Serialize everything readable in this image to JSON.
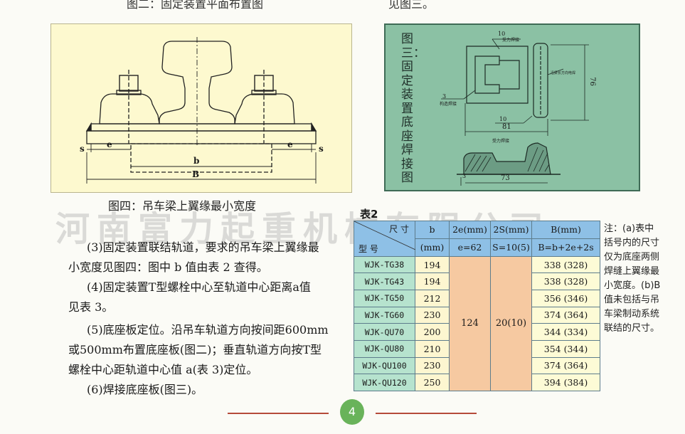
{
  "top_caption_left": "图二：固定装置平面布置图",
  "top_caption_right": "见图三。",
  "figure4": {
    "caption": "图四：吊车梁上翼缘最小宽度",
    "labels": {
      "s_left": "s",
      "e_left": "e",
      "b": "b",
      "e_right": "e",
      "s_right": "s",
      "B": "B"
    }
  },
  "figure3": {
    "caption": "图三：固定装置底座焊接图",
    "labels": {
      "weld_top_size": "10",
      "weld_top_note": "受力焊接",
      "weld_side_size": "3",
      "weld_side_note": "构造焊接",
      "weld_bottom_size": "10",
      "weld_bottom_note": "受力焊接",
      "mid_note": "沿梁长方向电焊",
      "dim_height": "76",
      "dim_width": "81",
      "dim_base": "73",
      "dim_base_left": "3"
    }
  },
  "watermark": "河南富力起重机械有限公司",
  "paragraphs": [
    "(3)固定装置联结轨道，要求的吊车梁上翼缘最",
    "小宽度见图四：图中 b 值由表 2 查得。",
    "(4)固定装置T型螺栓中心至轨道中心距离a值",
    "见表 3。",
    "(5)底座板定位。沿吊车轨道方向按间距600mm",
    "或500mm布置底座板(图二)；垂直轨道方向按T型",
    "螺栓中心距轨道中心值 a(表 3)定位。",
    "(6)焊接底座板(图三)。"
  ],
  "table": {
    "title": "表2",
    "header": {
      "size_label": "尺 寸",
      "model_label": "型 号",
      "b_col": "b",
      "b_unit": "(mm)",
      "e_col": "2e(mm)",
      "e_val": "e=62",
      "s_col": "2S(mm)",
      "s_val": "S=10(5)",
      "B_col": "B(mm)",
      "B_formula": "B=b+2e+2s"
    },
    "shared_e": "124",
    "shared_s": "20(10)",
    "rows": [
      {
        "model": "WJK-TG38",
        "b": "194",
        "B": "338 (328)"
      },
      {
        "model": "WJK-TG43",
        "b": "194",
        "B": "338 (328)"
      },
      {
        "model": "WJK-TG50",
        "b": "212",
        "B": "356 (346)"
      },
      {
        "model": "WJK-TG60",
        "b": "230",
        "B": "374 (364)"
      },
      {
        "model": "WJK-QU70",
        "b": "200",
        "B": "344 (334)"
      },
      {
        "model": "WJK-QU80",
        "b": "210",
        "B": "354 (344)"
      },
      {
        "model": "WJK-QU100",
        "b": "230",
        "B": "374 (364)"
      },
      {
        "model": "WJK-QU120",
        "b": "250",
        "B": "394 (384)"
      }
    ]
  },
  "side_note": "注：(a)表中括号内的尺寸仅为底座两侧焊缝上翼缘最小宽度。(b)B值未包括与吊车梁制动系统联结的尺寸。",
  "page_number": "4",
  "colors": {
    "fig4_bg": "#fdf9cf",
    "fig3_bg": "#8bc1a4",
    "table_header": "#8ec0e6",
    "table_model": "#b6e3ce",
    "table_mid": "#f6c9a1",
    "page_badge": "#69b35a",
    "footer_line": "#b54a3a"
  }
}
